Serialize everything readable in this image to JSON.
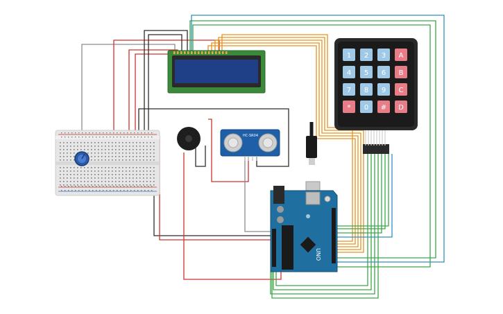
{
  "circuit": {
    "components": {
      "lcd": {
        "name": "16x2 LCD display"
      },
      "keypad": {
        "name": "4x4 membrane keypad",
        "keys": [
          {
            "label": "1",
            "color": "#9fc9e6"
          },
          {
            "label": "2",
            "color": "#9fc9e6"
          },
          {
            "label": "3",
            "color": "#9fc9e6"
          },
          {
            "label": "A",
            "color": "#e87d88"
          },
          {
            "label": "4",
            "color": "#9fc9e6"
          },
          {
            "label": "5",
            "color": "#9fc9e6"
          },
          {
            "label": "6",
            "color": "#9fc9e6"
          },
          {
            "label": "B",
            "color": "#e87d88"
          },
          {
            "label": "7",
            "color": "#9fc9e6"
          },
          {
            "label": "8",
            "color": "#9fc9e6"
          },
          {
            "label": "9",
            "color": "#9fc9e6"
          },
          {
            "label": "C",
            "color": "#e87d88"
          },
          {
            "label": "*",
            "color": "#e87d88"
          },
          {
            "label": "0",
            "color": "#9fc9e6"
          },
          {
            "label": "#",
            "color": "#e87d88"
          },
          {
            "label": "D",
            "color": "#e87d88"
          }
        ]
      },
      "ultrasonic": {
        "silkscreen": "HC-SR04"
      },
      "arduino": {
        "silkscreen": "UNO"
      },
      "breadboard": {
        "name": "mini breadboard"
      },
      "potentiometer": {
        "name": "potentiometer"
      },
      "buzzer": {
        "name": "piezo buzzer"
      }
    },
    "wire_colors": {
      "red": "#d0312d",
      "black": "#2b2b2b",
      "gray": "#8c8c8c",
      "orange": "#e8901c",
      "green": "#3aa646",
      "blue": "#2f8fbf",
      "teal": "#2a9aa8"
    }
  }
}
